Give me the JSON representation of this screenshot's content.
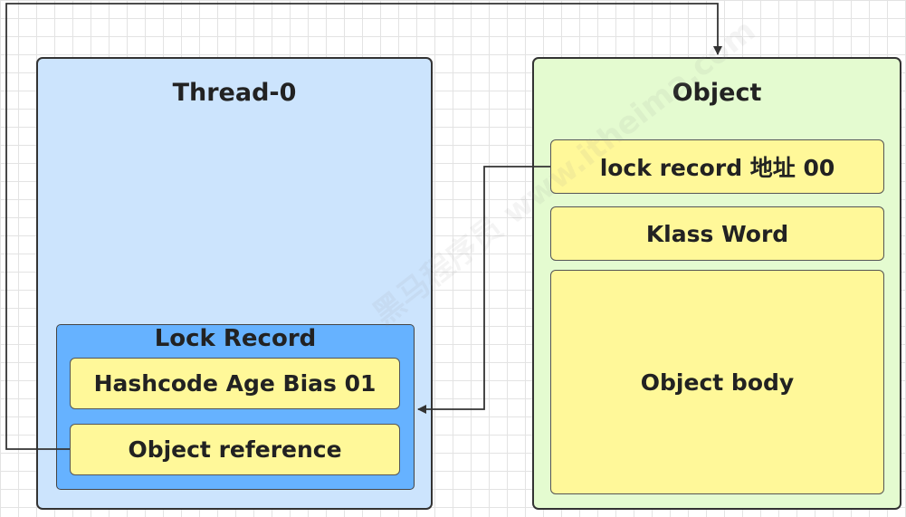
{
  "thread": {
    "title": "Thread-0",
    "lock_record": {
      "title": "Lock Record",
      "fields": [
        "Hashcode Age Bias 01",
        "Object reference"
      ]
    }
  },
  "object": {
    "title": "Object",
    "fields": [
      "lock record 地址 00",
      "Klass Word",
      "Object body"
    ]
  },
  "colors": {
    "thread_fill": "#cce4fd",
    "lock_record_fill": "#66b2ff",
    "object_fill": "#e4fbd0",
    "field_fill": "#fff899",
    "line": "#333333"
  },
  "watermark": "黑马程序员 www.itheima.com"
}
